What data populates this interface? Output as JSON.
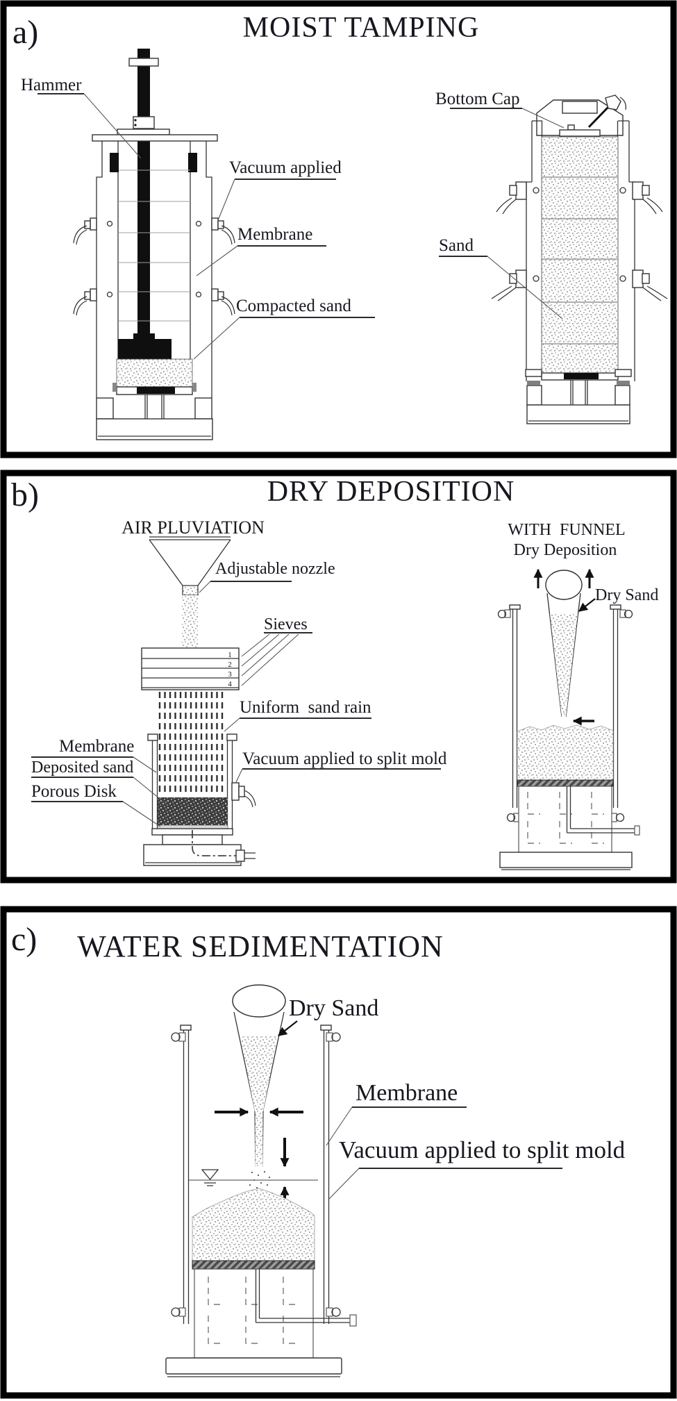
{
  "colors": {
    "ink": "#17171f",
    "line": "#333333",
    "dark_sand": "#3d3d3d",
    "paper": "#ffffff"
  },
  "panel_a": {
    "tag": "a)",
    "title": "MOIST TAMPING",
    "hammer": "Hammer",
    "vacuum_applied": "Vacuum applied",
    "membrane": "Membrane",
    "compacted_sand": "Compacted sand",
    "bottom_cap": "Bottom Cap",
    "sand": "Sand"
  },
  "panel_b": {
    "tag": "b)",
    "title": "DRY DEPOSITION",
    "air_pluviation": "AIR PLUVIATION",
    "adjustable_nozzle": "Adjustable nozzle",
    "sieves": "Sieves",
    "sieve_numbers": [
      "1",
      "2",
      "3",
      "4"
    ],
    "uniform_sand_rain": "Uniform  sand rain",
    "membrane": "Membrane",
    "deposited_sand": "Deposited sand",
    "porous_disk": "Porous Disk",
    "vacuum_split_mold": "Vacuum applied to split mold",
    "with_funnel": "WITH  FUNNEL",
    "dry_deposition_sub": "Dry Deposition",
    "dry_sand": "Dry Sand"
  },
  "panel_c": {
    "tag": "c)",
    "title": "WATER SEDIMENTATION",
    "dry_sand": "Dry Sand",
    "membrane": "Membrane",
    "vacuum_split_mold": "Vacuum applied to split mold"
  }
}
